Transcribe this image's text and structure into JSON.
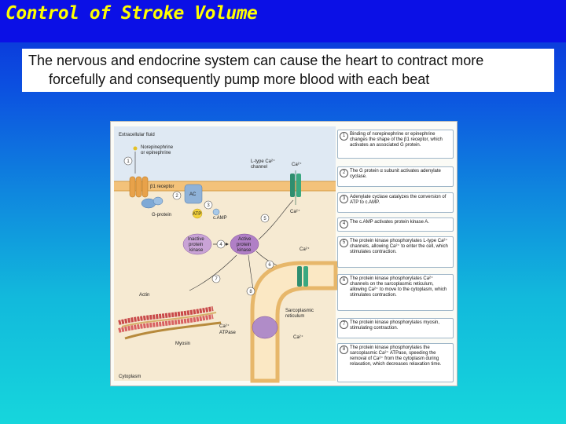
{
  "title": "Control of Stroke Volume",
  "intro": {
    "line1": "The nervous and endocrine system can cause the heart to contract more",
    "line2": "forcefully and consequently pump more blood with each beat"
  },
  "figure": {
    "extracellular": "Extracellular fluid",
    "norepi_l1": "Norepinephrine",
    "norepi_l2": "or epinephrine",
    "beta_receptor": "β1 receptor",
    "ac": "AC",
    "gprotein": "G-protein",
    "atp": "ATP",
    "camp": "c.AMP",
    "ltype_l1": "L-type Ca²⁺",
    "ltype_l2": "channel",
    "ca_out": "Ca²⁺",
    "ca_in": "Ca²⁺",
    "ca_mid": "Ca²⁺",
    "ca_bottom": "Ca²⁺",
    "inactive_l1": "Inactive",
    "inactive_l2": "protein",
    "inactive_l3": "kinase",
    "active_l1": "Active",
    "active_l2": "protein",
    "active_l3": "kinase",
    "actin": "Actin",
    "myosin": "Myosin",
    "ca_atpase_l1": "Ca²⁺",
    "ca_atpase_l2": "ATPase",
    "sr_l1": "Sarcoplasmic",
    "sr_l2": "reticulum",
    "cytoplasm": "Cytoplasm",
    "steps": [
      {
        "n": "1",
        "text": "Binding of norepinephrine or epinephrine changes the shape of the β1 receptor, which activates an associated G protein."
      },
      {
        "n": "2",
        "text": "The G protein α subunit activates adenylate cyclase."
      },
      {
        "n": "3",
        "text": "Adenylate cyclase catalyzes the conversion of ATP to c.AMP."
      },
      {
        "n": "4",
        "text": "The c.AMP activates protein kinase A."
      },
      {
        "n": "5",
        "text": "The protein kinase phosphorylates L-type Ca²⁺ channels, allowing Ca²⁺ to enter the cell, which stimulates contraction."
      },
      {
        "n": "6",
        "text": "The protein kinase phosphorylates Ca²⁺ channels on the sarcoplasmic reticulum, allowing Ca²⁺ to move to the cytoplasm, which stimulates contraction."
      },
      {
        "n": "7",
        "text": "The protein kinase phosphorylates myosin, stimulating contraction."
      },
      {
        "n": "8",
        "text": "The protein kinase phosphorylates the sarcoplasmic Ca²⁺ ATPase, speeding the removal of Ca²⁺ from the cytoplasm during relaxation, which decreases relaxation time."
      }
    ]
  }
}
